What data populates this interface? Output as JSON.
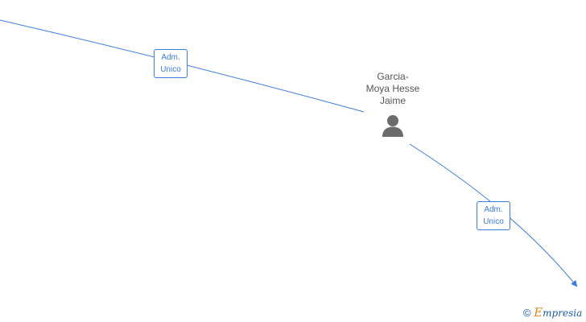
{
  "node": {
    "name_lines": [
      "Garcia-",
      "Moya Hesse",
      "Jaime"
    ],
    "icon": "person-icon"
  },
  "edges": [
    {
      "label_lines": [
        "Adm.",
        "Unico"
      ]
    },
    {
      "label_lines": [
        "Adm.",
        "Unico"
      ]
    }
  ],
  "footer": {
    "copyright_symbol": "©",
    "brand_initial": "E",
    "brand_rest": "mpresia"
  },
  "colors": {
    "edge": "#3b7ddd",
    "node_icon": "#6b6b6b",
    "brand_blue": "#1a5aa6",
    "brand_orange": "#e08a1e"
  }
}
